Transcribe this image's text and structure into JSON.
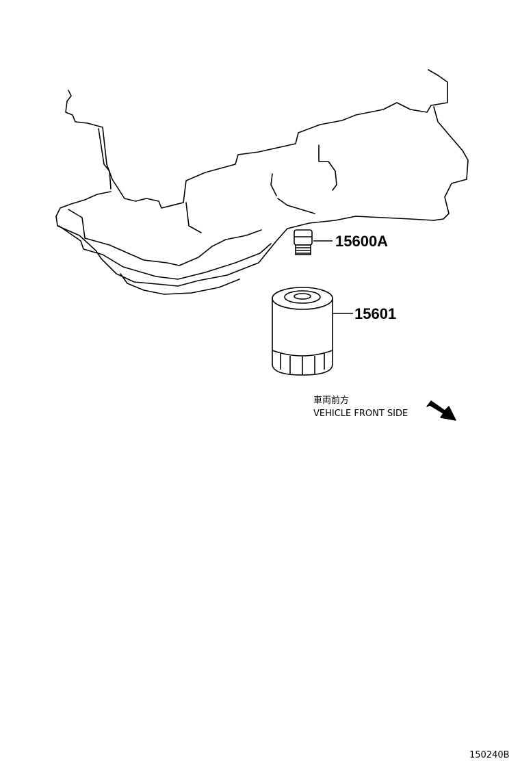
{
  "parts": [
    {
      "number": "15600A"
    },
    {
      "number": "15601"
    }
  ],
  "direction": {
    "label_ja": "車両前方",
    "label_en": "VEHICLE FRONT SIDE",
    "icon": "arrow-down-right-icon"
  },
  "illustration_code": "150240B"
}
